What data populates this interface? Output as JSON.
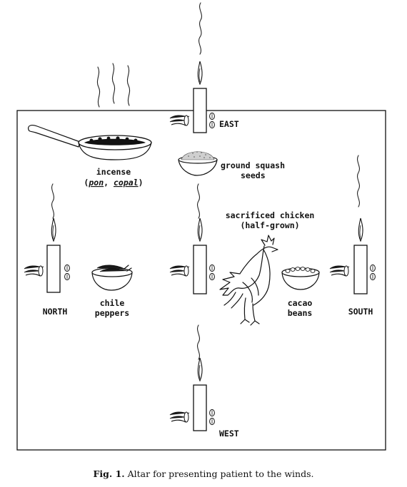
{
  "labels": {
    "east": "EAST",
    "west": "WEST",
    "north": "NORTH",
    "south": "SOUTH",
    "incense_line1": "incense",
    "incense_paren_open": "(",
    "incense_pon": "pon",
    "incense_comma": ", ",
    "incense_copal": "copal",
    "incense_paren_close": ")",
    "squash_line1": "ground squash",
    "squash_line2": "seeds",
    "chicken_line1": "sacrificed chicken",
    "chicken_line2": "(half-grown)",
    "chile_line1": "chile",
    "chile_line2": "peppers",
    "cacao_line1": "cacao",
    "cacao_line2": "beans"
  },
  "caption": {
    "label": "Fig. 1.",
    "text": " Altar for presenting patient to the winds."
  }
}
